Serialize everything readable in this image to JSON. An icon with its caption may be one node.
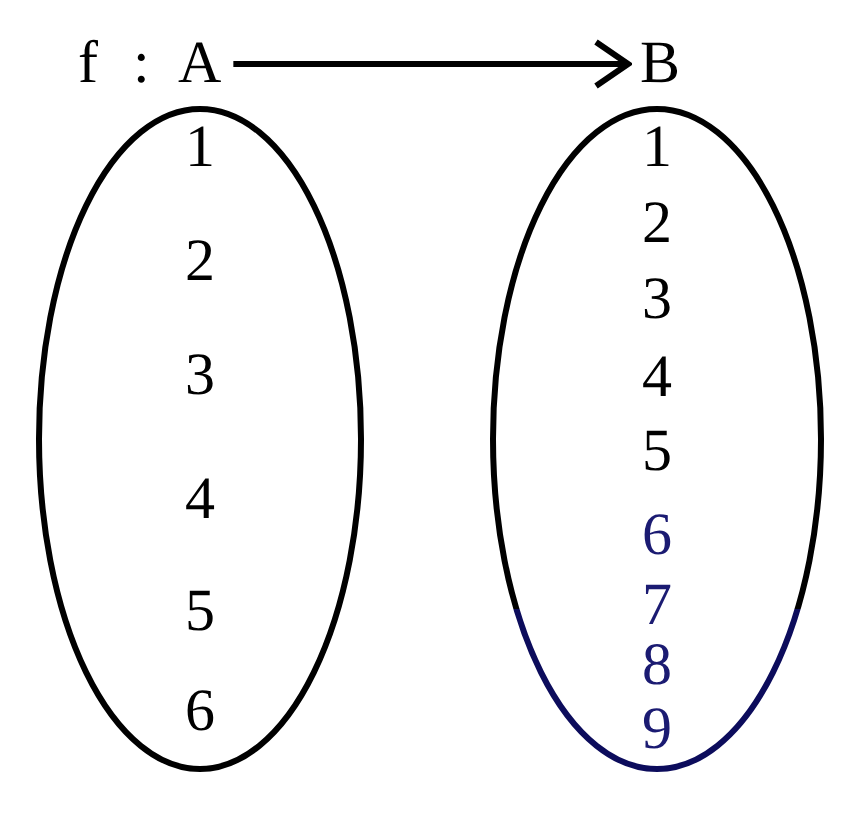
{
  "diagram": {
    "nodes": [
      {
        "text": [
          "A"
        ]
      },
      {
        "text": [
          "B"
        ]
      },
      {
        "text": [
          "1",
          "2",
          "3",
          "4",
          "5",
          "6"
        ]
      },
      {
        "text": [
          "1",
          "2",
          "3",
          "4",
          "5",
          "6",
          "7",
          "8",
          "9"
        ]
      }
    ],
    "edges": [
      {
        "from": 0,
        "to": 1,
        "arrow": "to"
      }
    ],
    "labels": [
      "f :"
    ]
  }
}
